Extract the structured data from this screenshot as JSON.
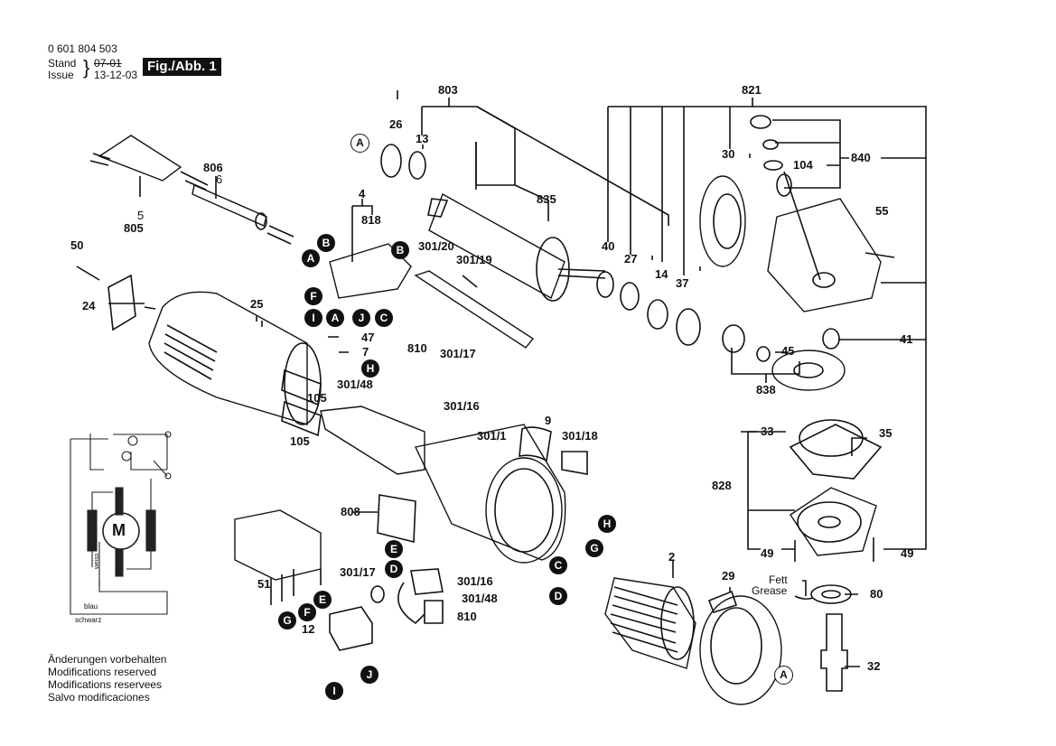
{
  "header": {
    "part_number": "0 601 804 503",
    "stand_label": "Stand",
    "issue_label": "Issue",
    "stand_date_struck": "07-01",
    "issue_date": "13-12-03",
    "figure_label": "Fig./Abb. 1"
  },
  "footer": {
    "lines": [
      "Änderungen vorbehalten",
      "Modifications reserved",
      "Modifications reservees",
      "Salvo modificaciones"
    ]
  },
  "wiring": {
    "motor_label": "M",
    "wire_white": "weiss",
    "wire_blue": "blau",
    "wire_black": "schwarz"
  },
  "grease_note": {
    "de": "Fett",
    "en": "Grease"
  },
  "part_labels": {
    "p803": "803",
    "p821": "821",
    "p840": "840",
    "p104": "104",
    "p26": "26",
    "p13": "13",
    "p835": "835",
    "p806": "806",
    "p6": "6",
    "p5": "5",
    "p805": "805",
    "p4": "4",
    "p818": "818",
    "p30120": "301/20",
    "p30119": "301/19",
    "p50": "50",
    "p24": "24",
    "p25": "25",
    "p47": "47",
    "p7": "7",
    "p810a": "810",
    "p30117a": "301/17",
    "p30148a": "301/48",
    "p30116a": "301/16",
    "p105a": "105",
    "p105b": "105",
    "p30": "30",
    "p55": "55",
    "p40": "40",
    "p27": "27",
    "p14": "14",
    "p37": "37",
    "p41": "41",
    "p45": "45",
    "p838": "838",
    "p9": "9",
    "p3011": "301/1",
    "p30118": "301/18",
    "p33": "33",
    "p35": "35",
    "p828": "828",
    "p49a": "49",
    "p49b": "49",
    "p808": "808",
    "p51": "51",
    "p2": "2",
    "p30117b": "301/17",
    "p30116b": "301/16",
    "p30148b": "301/48",
    "p810b": "810",
    "p12": "12",
    "p29": "29",
    "p80": "80",
    "p32": "32"
  },
  "connectors": {
    "A": "A",
    "B": "B",
    "C": "C",
    "D": "D",
    "E": "E",
    "F": "F",
    "G": "G",
    "H": "H",
    "I": "I",
    "J": "J"
  }
}
